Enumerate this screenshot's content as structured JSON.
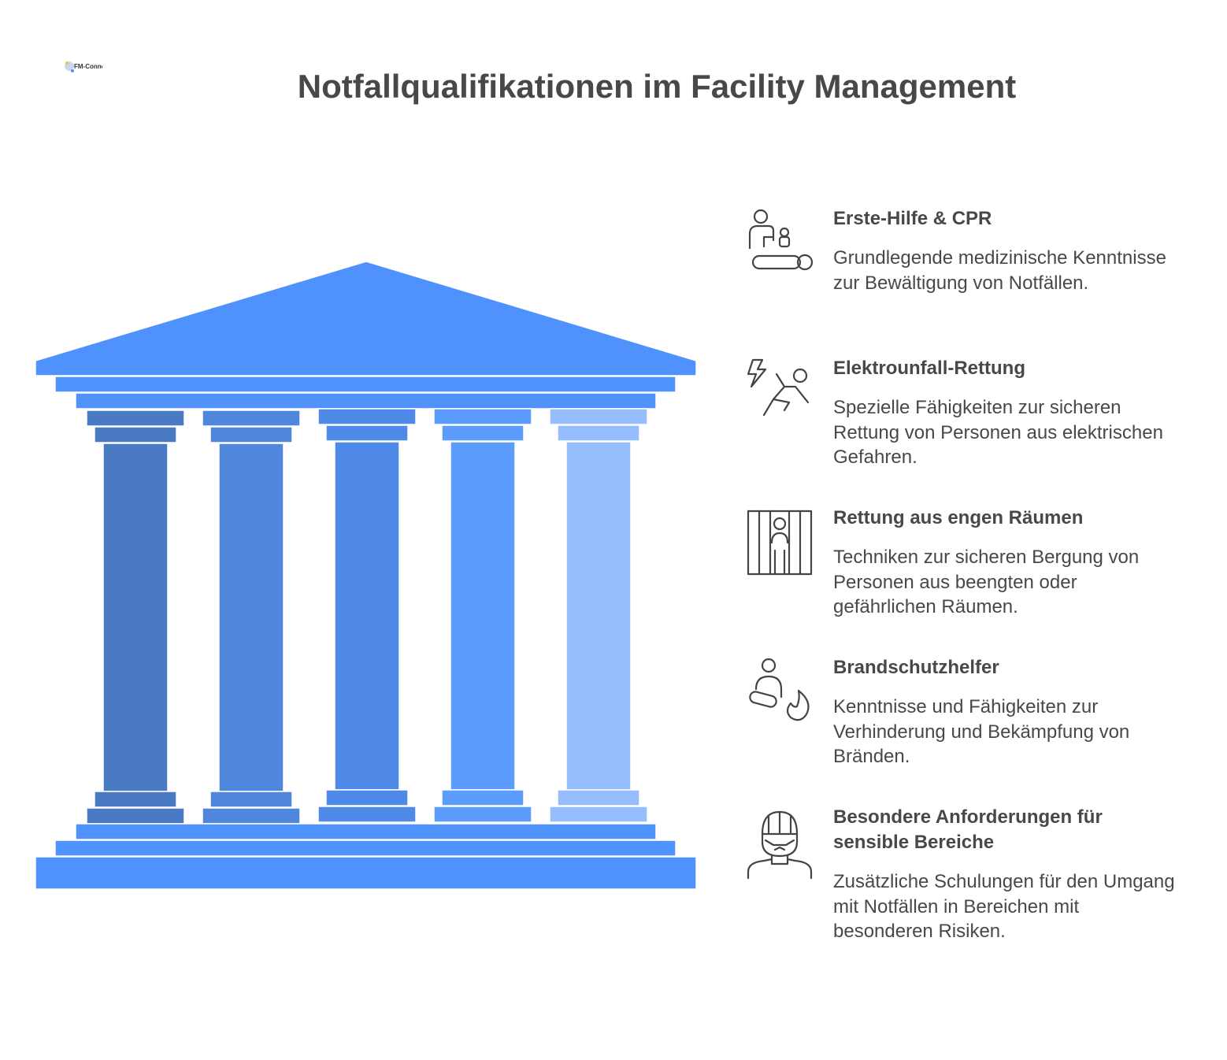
{
  "title": "Notfallqualifikationen im Facility Management",
  "logo": "FM-Connect.com",
  "colors": {
    "roof": "#4f91fd",
    "pillars": [
      "#4a7ac4",
      "#5087dd",
      "#4f8ae8",
      "#5c9cfc",
      "#96bdfd"
    ]
  },
  "items": [
    {
      "title": "Erste-Hilfe & CPR",
      "text": "Grundlegende medizinische Kenntnisse zur Bewältigung von Notfällen.",
      "icon": "first-aid-cpr-icon"
    },
    {
      "title": "Elektrounfall-Rettung",
      "text": "Spezielle Fähigkeiten zur sicheren Rettung von Personen aus elektrischen Gefahren.",
      "icon": "electric-shock-icon"
    },
    {
      "title": "Rettung aus engen Räumen",
      "text": "Techniken zur sicheren Bergung von Personen aus beengten oder gefährlichen Räumen.",
      "icon": "confined-space-icon"
    },
    {
      "title": "Brandschutzhelfer",
      "text": "Kenntnisse und Fähigkeiten zur Verhinderung und Bekämpfung von Bränden.",
      "icon": "fire-helper-icon"
    },
    {
      "title": "Besondere Anforderungen für sensible Bereiche",
      "text": "Zusätzliche Schulungen für den Umgang mit Notfällen in Bereichen mit besonderen Risiken.",
      "icon": "protective-gear-person-icon"
    }
  ]
}
